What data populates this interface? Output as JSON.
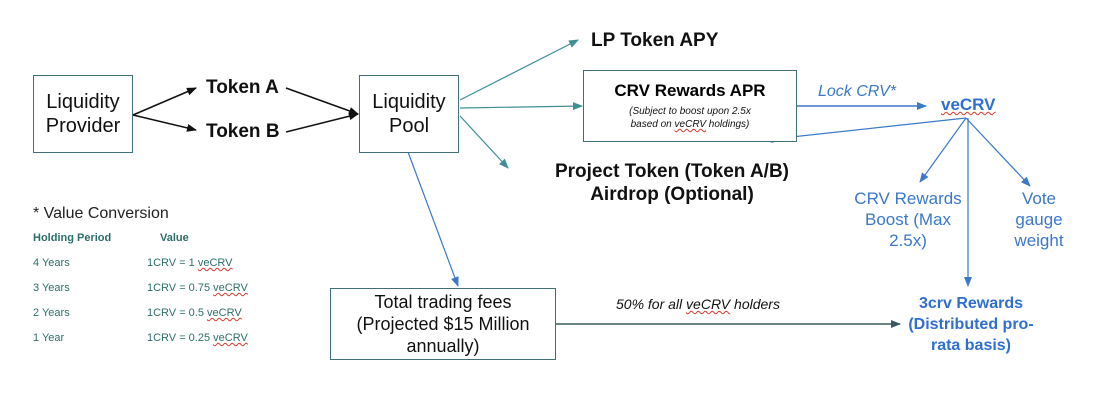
{
  "nodes": {
    "liquidity_provider": "Liquidity Provider",
    "token_a": "Token A",
    "token_b": "Token B",
    "liquidity_pool": "Liquidity Pool",
    "lp_token_apy": "LP Token APY",
    "crv_rewards_apr": "CRV Rewards APR",
    "crv_rewards_apr_note_1": "(Subject to boost upon 2.5x",
    "crv_rewards_apr_note_2": "based on ",
    "crv_rewards_apr_note_3": "veCRV",
    "crv_rewards_apr_note_4": " holdings)",
    "project_token_airdrop": "Project Token (Token A/B) Airdrop (Optional)",
    "lock_crv": "Lock CRV*",
    "vecrv": "veCRV",
    "crv_rewards_boost": "CRV Rewards Boost (Max 2.5x)",
    "vote_gauge_weight": "Vote gauge weight",
    "total_trading_fees": "Total trading fees (Projected $15 Million annually)",
    "fees_split_prefix": "50% for all ",
    "fees_split_vecrv": "veCRV",
    "fees_split_suffix": " holders",
    "three_crv_rewards": "3crv Rewards (Distributed pro-rata basis)"
  },
  "value_conversion": {
    "title": "* Value Conversion",
    "col_period": "Holding Period",
    "col_value": "Value",
    "rows": [
      {
        "period": "4 Years",
        "value": "1CRV = 1 ",
        "unit": "veCRV"
      },
      {
        "period": "3 Years",
        "value": "1CRV = 0.75 ",
        "unit": "veCRV"
      },
      {
        "period": "2 Years",
        "value": "1CRV = 0.5 ",
        "unit": "veCRV"
      },
      {
        "period": "1 Year",
        "value": "1CRV = 0.25 ",
        "unit": "veCRV"
      }
    ]
  },
  "colors": {
    "black_arrow": "#111111",
    "teal_arrow": "#3f8f96",
    "blue_arrow": "#3b79c9",
    "dark_arrow": "#3a5a5e"
  }
}
